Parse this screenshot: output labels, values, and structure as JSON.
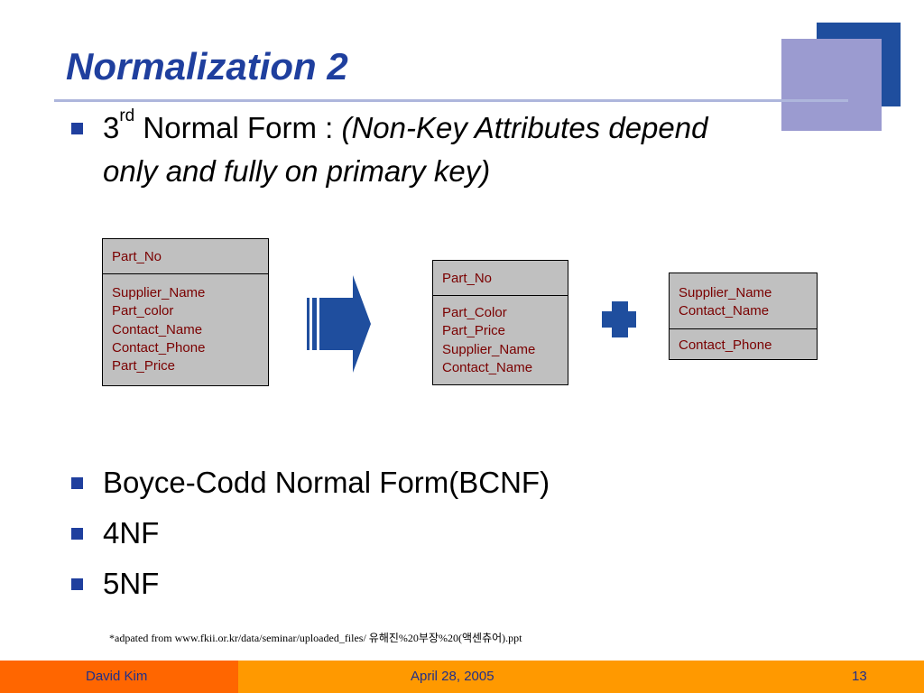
{
  "slide": {
    "title": "Normalization 2",
    "bullet1": {
      "prefix": "3",
      "superscript": "rd",
      "plain": " Normal Form : ",
      "italic_line1": "(Non-Key Attributes depend",
      "italic_line2": "only and fully on primary key)"
    },
    "bullets": [
      "Boyce-Codd Normal Form(BCNF)",
      "4NF",
      "5NF"
    ],
    "table_original": {
      "key": "Part_No",
      "attributes": [
        "Supplier_Name",
        "Part_color",
        "Contact_Name",
        "Contact_Phone",
        "Part_Price"
      ]
    },
    "table_part": {
      "key": "Part_No",
      "attributes": [
        "Part_Color",
        "Part_Price",
        "Supplier_Name",
        "Contact_Name"
      ]
    },
    "table_supplier": {
      "keys": [
        "Supplier_Name",
        "Contact_Name"
      ],
      "attributes": [
        "Contact_Phone"
      ]
    },
    "source_note": "*adpated from www.fkii.or.kr/data/seminar/uploaded_files/ 유해진%20부장%20(액센츄어).ppt"
  },
  "footer": {
    "author": "David Kim",
    "date": "April 28, 2005",
    "page": "13"
  },
  "colors": {
    "title": "#1f3f9e",
    "table_text": "#7a0000",
    "table_fill": "#c0c0c0",
    "footer_left": "#ff6600",
    "footer_right": "#ff9900",
    "arrow": "#1f4e9e"
  }
}
